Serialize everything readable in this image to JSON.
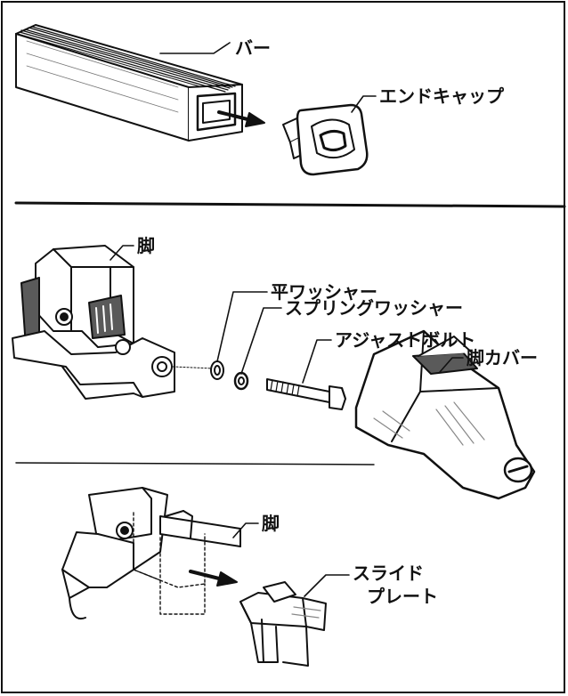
{
  "labels": {
    "bar": "バー",
    "end_cap": "エンドキャップ",
    "leg_top": "脚",
    "flat_washer": "平ワッシャー",
    "spring_washer": "スプリングワッシャー",
    "adjust_bolt": "アジャストボルト",
    "leg_cover": "脚カバー",
    "leg_bottom": "脚",
    "slide_plate_line1": "スライド",
    "slide_plate_line2": "プレート"
  },
  "colors": {
    "ink": "#111111",
    "tone": "#c8c8c8",
    "dark_tone": "#5a5a5a",
    "paper": "#ffffff"
  }
}
